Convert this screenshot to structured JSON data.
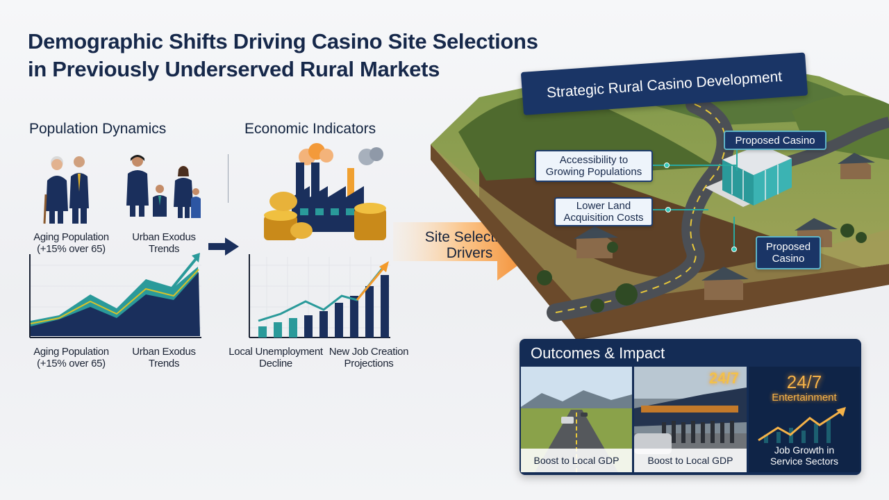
{
  "title": {
    "line1": "Demographic Shifts Driving Casino Site Selections",
    "line2": "in Previously Underserved Rural Markets"
  },
  "population": {
    "heading": "Population Dynamics",
    "aging_label": [
      "Aging Population",
      "(+15% over 65)"
    ],
    "exodus_label": [
      "Urban Exodus",
      "Trends"
    ],
    "chart_caption_left": [
      "Aging Population",
      "(+15% over 65)"
    ],
    "chart_caption_right": [
      "Urban Exodus",
      "Trends"
    ]
  },
  "economic": {
    "heading": "Economic Indicators",
    "caption_left": [
      "Local Unemployment",
      "Decline"
    ],
    "caption_right": [
      "New Job Creation",
      "Projections"
    ]
  },
  "drivers": {
    "label": [
      "Site Selection",
      "Drivers"
    ]
  },
  "map": {
    "banner": "Strategic Rural Casino Development",
    "callouts": {
      "accessibility": [
        "Accessibility to",
        "Growing Populations"
      ],
      "land": [
        "Lower Land",
        "Acquisition Costs"
      ],
      "casino_top": "Proposed Casino",
      "casino_bottom": [
        "Proposed",
        "Casino"
      ]
    }
  },
  "outcomes": {
    "heading": "Outcomes & Impact",
    "panels": [
      {
        "caption": "Boost to Local GDP"
      },
      {
        "caption": "Boost to Local GDP",
        "sign": "24/7"
      },
      {
        "headline": "24/7",
        "sub": "Entertainment",
        "caption": [
          "Job Growth in",
          "Service Sectors"
        ]
      }
    ]
  },
  "colors": {
    "navy": "#16284a",
    "teal": "#2a9a9a",
    "orange": "#f39a2a"
  }
}
